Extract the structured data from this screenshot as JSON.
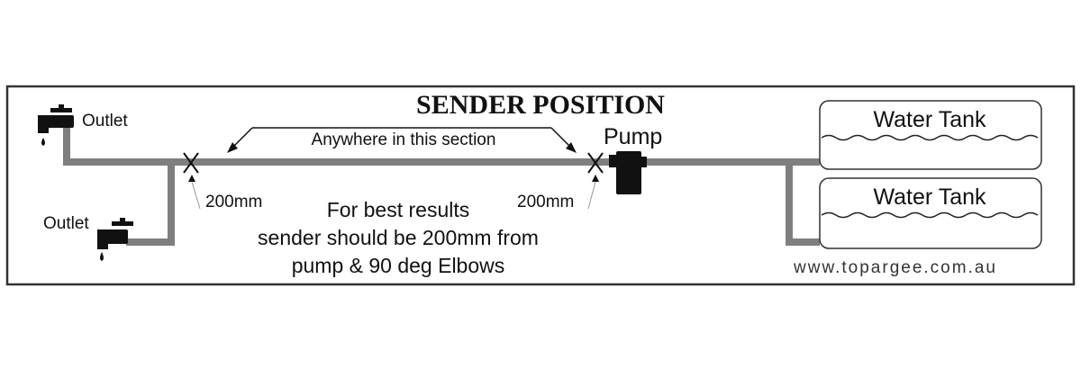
{
  "title": "SENDER POSITION",
  "outlet_top": "Outlet",
  "outlet_bottom": "Outlet",
  "anywhere_label": "Anywhere in this section",
  "pump_label": "Pump",
  "left_distance": "200mm",
  "right_distance": "200mm",
  "tank_top": "Water Tank",
  "tank_bottom": "Water Tank",
  "note": {
    "line1": "For best results",
    "line2": "sender should be 200mm from",
    "line3": "pump & 90 deg Elbows"
  },
  "website": "www.topargee.com.au",
  "colors": {
    "pipe": "#7f7f7f",
    "ink": "#111111",
    "frame": "#333333"
  }
}
